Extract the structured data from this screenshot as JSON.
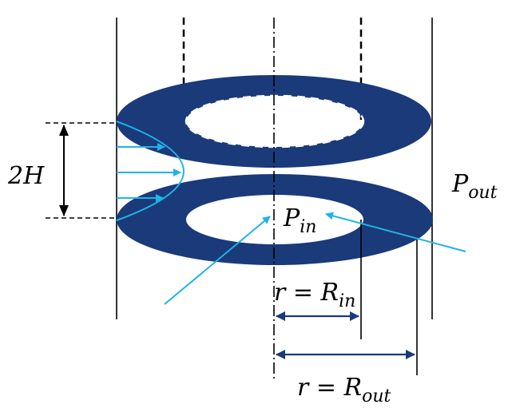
{
  "labels": {
    "gap_height": "2H",
    "pressure_outer": {
      "base": "P",
      "sub": "out"
    },
    "pressure_inner": {
      "base": "P",
      "sub": "in"
    },
    "radius_inner": {
      "base": "r = R",
      "sub": "in"
    },
    "radius_outer": {
      "base": "r = R",
      "sub": "out"
    }
  },
  "colors": {
    "disk_fill": "#1a3a7a",
    "flow_arrow": "#1fb4e6",
    "dimension_arrow": "#1a3a7a",
    "line": "#000000"
  }
}
